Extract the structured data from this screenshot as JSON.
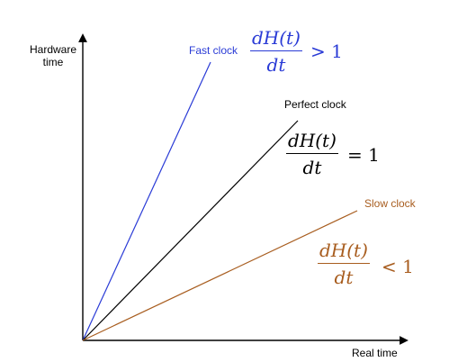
{
  "axes": {
    "y_label_line1": "Hardware",
    "y_label_line2": "time",
    "x_label": "Real time"
  },
  "lines": [
    {
      "name": "fast",
      "label": "Fast clock",
      "color": "#2a3bd6",
      "numerator": "dH(t)",
      "denominator": "dt",
      "operator": ">",
      "value": "1"
    },
    {
      "name": "perfect",
      "label": "Perfect clock",
      "color": "#000000",
      "numerator": "dH(t)",
      "denominator": "dt",
      "operator": "=",
      "value": "1"
    },
    {
      "name": "slow",
      "label": "Slow clock",
      "color": "#a85d1f",
      "numerator": "dH(t)",
      "denominator": "dt",
      "operator": "<",
      "value": "1"
    }
  ]
}
